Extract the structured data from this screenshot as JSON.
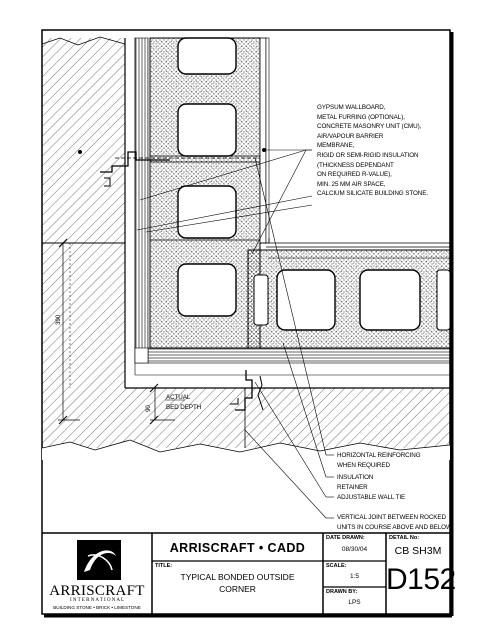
{
  "drawing": {
    "notes_top": [
      "GYPSUM WALLBOARD,",
      "METAL FURRING (OPTIONAL),",
      "CONCRETE MASONRY UNIT (CMU),",
      "AIR/VAPOUR BARRIER",
      "MEMBRANE,",
      "RIGID OR SEMI-RIGID INSULATION",
      "(THICKNESS DEPENDANT",
      "ON REQUIRED R-VALUE),",
      "MIN. 25 MM AIR SPACE,",
      "CALCIUM SILICATE BUILDING STONE."
    ],
    "notes_bottom": [
      {
        "lines": [
          "HORIZONTAL REINFORCING",
          "WHEN REQUIRED"
        ]
      },
      {
        "lines": [
          "INSULATION",
          "RETAINER"
        ]
      },
      {
        "lines": [
          "ADJUSTABLE WALL TIE"
        ]
      },
      {
        "lines": [
          "VERTICAL JOINT BETWEEN ROCKED",
          "UNITS IN COURSE ABOVE AND BELOW"
        ]
      }
    ],
    "dimension_390": "390",
    "dimension_90": "90",
    "bed_depth": [
      "ACTUAL",
      "BED DEPTH"
    ]
  },
  "title_block": {
    "company_name": "ARRISCRAFT",
    "company_sub": "I N T E R N A T I O N A L",
    "company_tagline": "BUILDING STONE • BRICK • LIMESTONE",
    "brand_header": "ARRISCRAFT • CADD",
    "title_label": "TITLE:",
    "title_line1": "TYPICAL BONDED OUTSIDE",
    "title_line2": "CORNER",
    "date_label": "DATE DRAWN:",
    "date_value": "08/30/04",
    "scale_label": "SCALE:",
    "scale_value": "1:5",
    "drawn_label": "DRAWN BY:",
    "drawn_value": "LPS",
    "detail_label": "DETAIL No:",
    "detail_code": "CB SH3M",
    "detail_number": "D152"
  }
}
